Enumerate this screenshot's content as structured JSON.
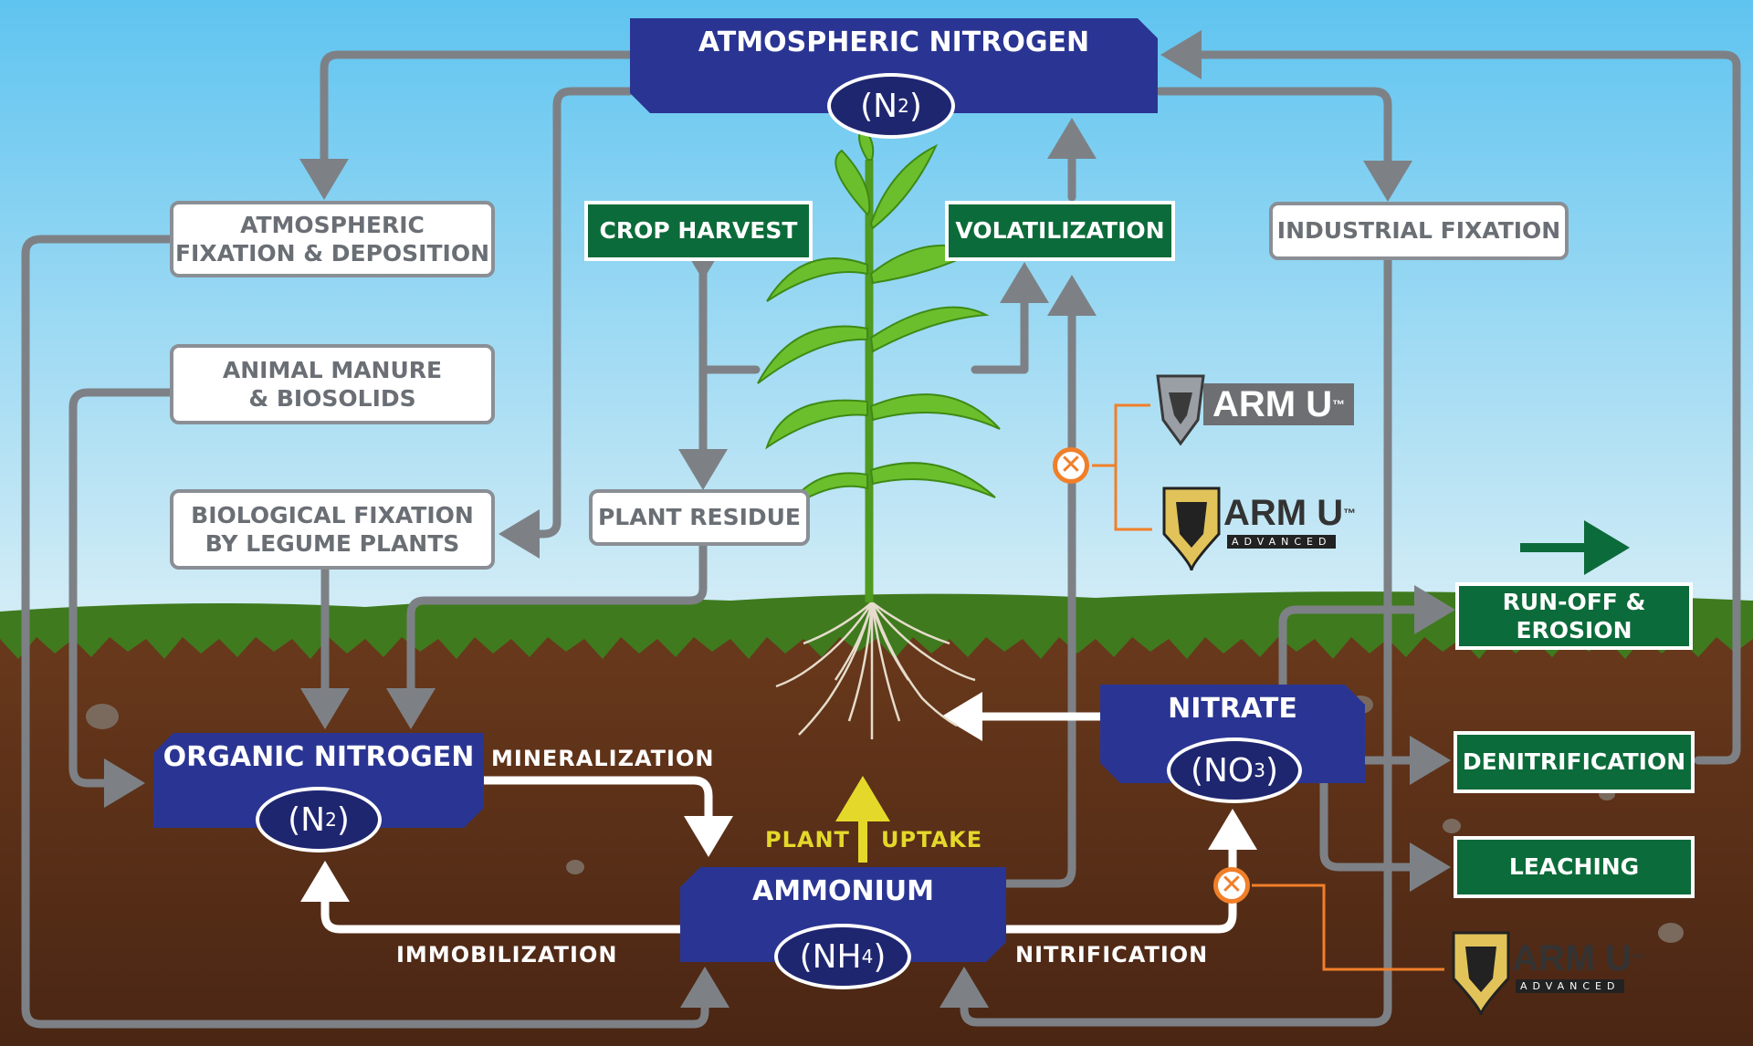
{
  "nodes": {
    "atmospheric_nitrogen": {
      "title": "ATMOSPHERIC NITROGEN",
      "formula": "N",
      "sub": "2"
    },
    "organic_nitrogen": {
      "title": "ORGANIC NITROGEN",
      "formula": "N",
      "sub": "2"
    },
    "ammonium": {
      "title": "AMMONIUM",
      "formula": "NH",
      "sub": "4"
    },
    "nitrate": {
      "title": "NITRATE",
      "formula": "NO",
      "sub": "3"
    }
  },
  "sources": {
    "atmospheric_fixation": [
      "ATMOSPHERIC",
      "FIXATION & DEPOSITION"
    ],
    "animal_manure": [
      "ANIMAL MANURE",
      "& BIOSOLIDS"
    ],
    "biological_fixation": [
      "BIOLOGICAL FIXATION",
      "BY LEGUME PLANTS"
    ],
    "plant_residue": "PLANT RESIDUE",
    "industrial_fixation": "INDUSTRIAL FIXATION"
  },
  "losses": {
    "crop_harvest": "CROP HARVEST",
    "volatilization": "VOLATILIZATION",
    "runoff": [
      "RUN-OFF &",
      "EROSION"
    ],
    "denitrification": "DENITRIFICATION",
    "leaching": "LEACHING"
  },
  "processes": {
    "mineralization": "MINERALIZATION",
    "immobilization": "IMMOBILIZATION",
    "nitrification": "NITRIFICATION",
    "plant": "PLANT",
    "uptake": "UPTAKE"
  },
  "products": {
    "arm_u": {
      "name": "ARM U",
      "tm": "™"
    },
    "arm_u_advanced": {
      "name": "ARM U",
      "tm": "™",
      "badge": "ADVANCED"
    }
  },
  "colors": {
    "navy": "#2a3593",
    "green": "#0c6b3a",
    "arrow_gray": "#7d8186",
    "arrow_white": "#ffffff",
    "inhibit_orange": "#f07f2a",
    "uptake_yellow": "#e4d92a",
    "soil": "#5a2f18"
  }
}
